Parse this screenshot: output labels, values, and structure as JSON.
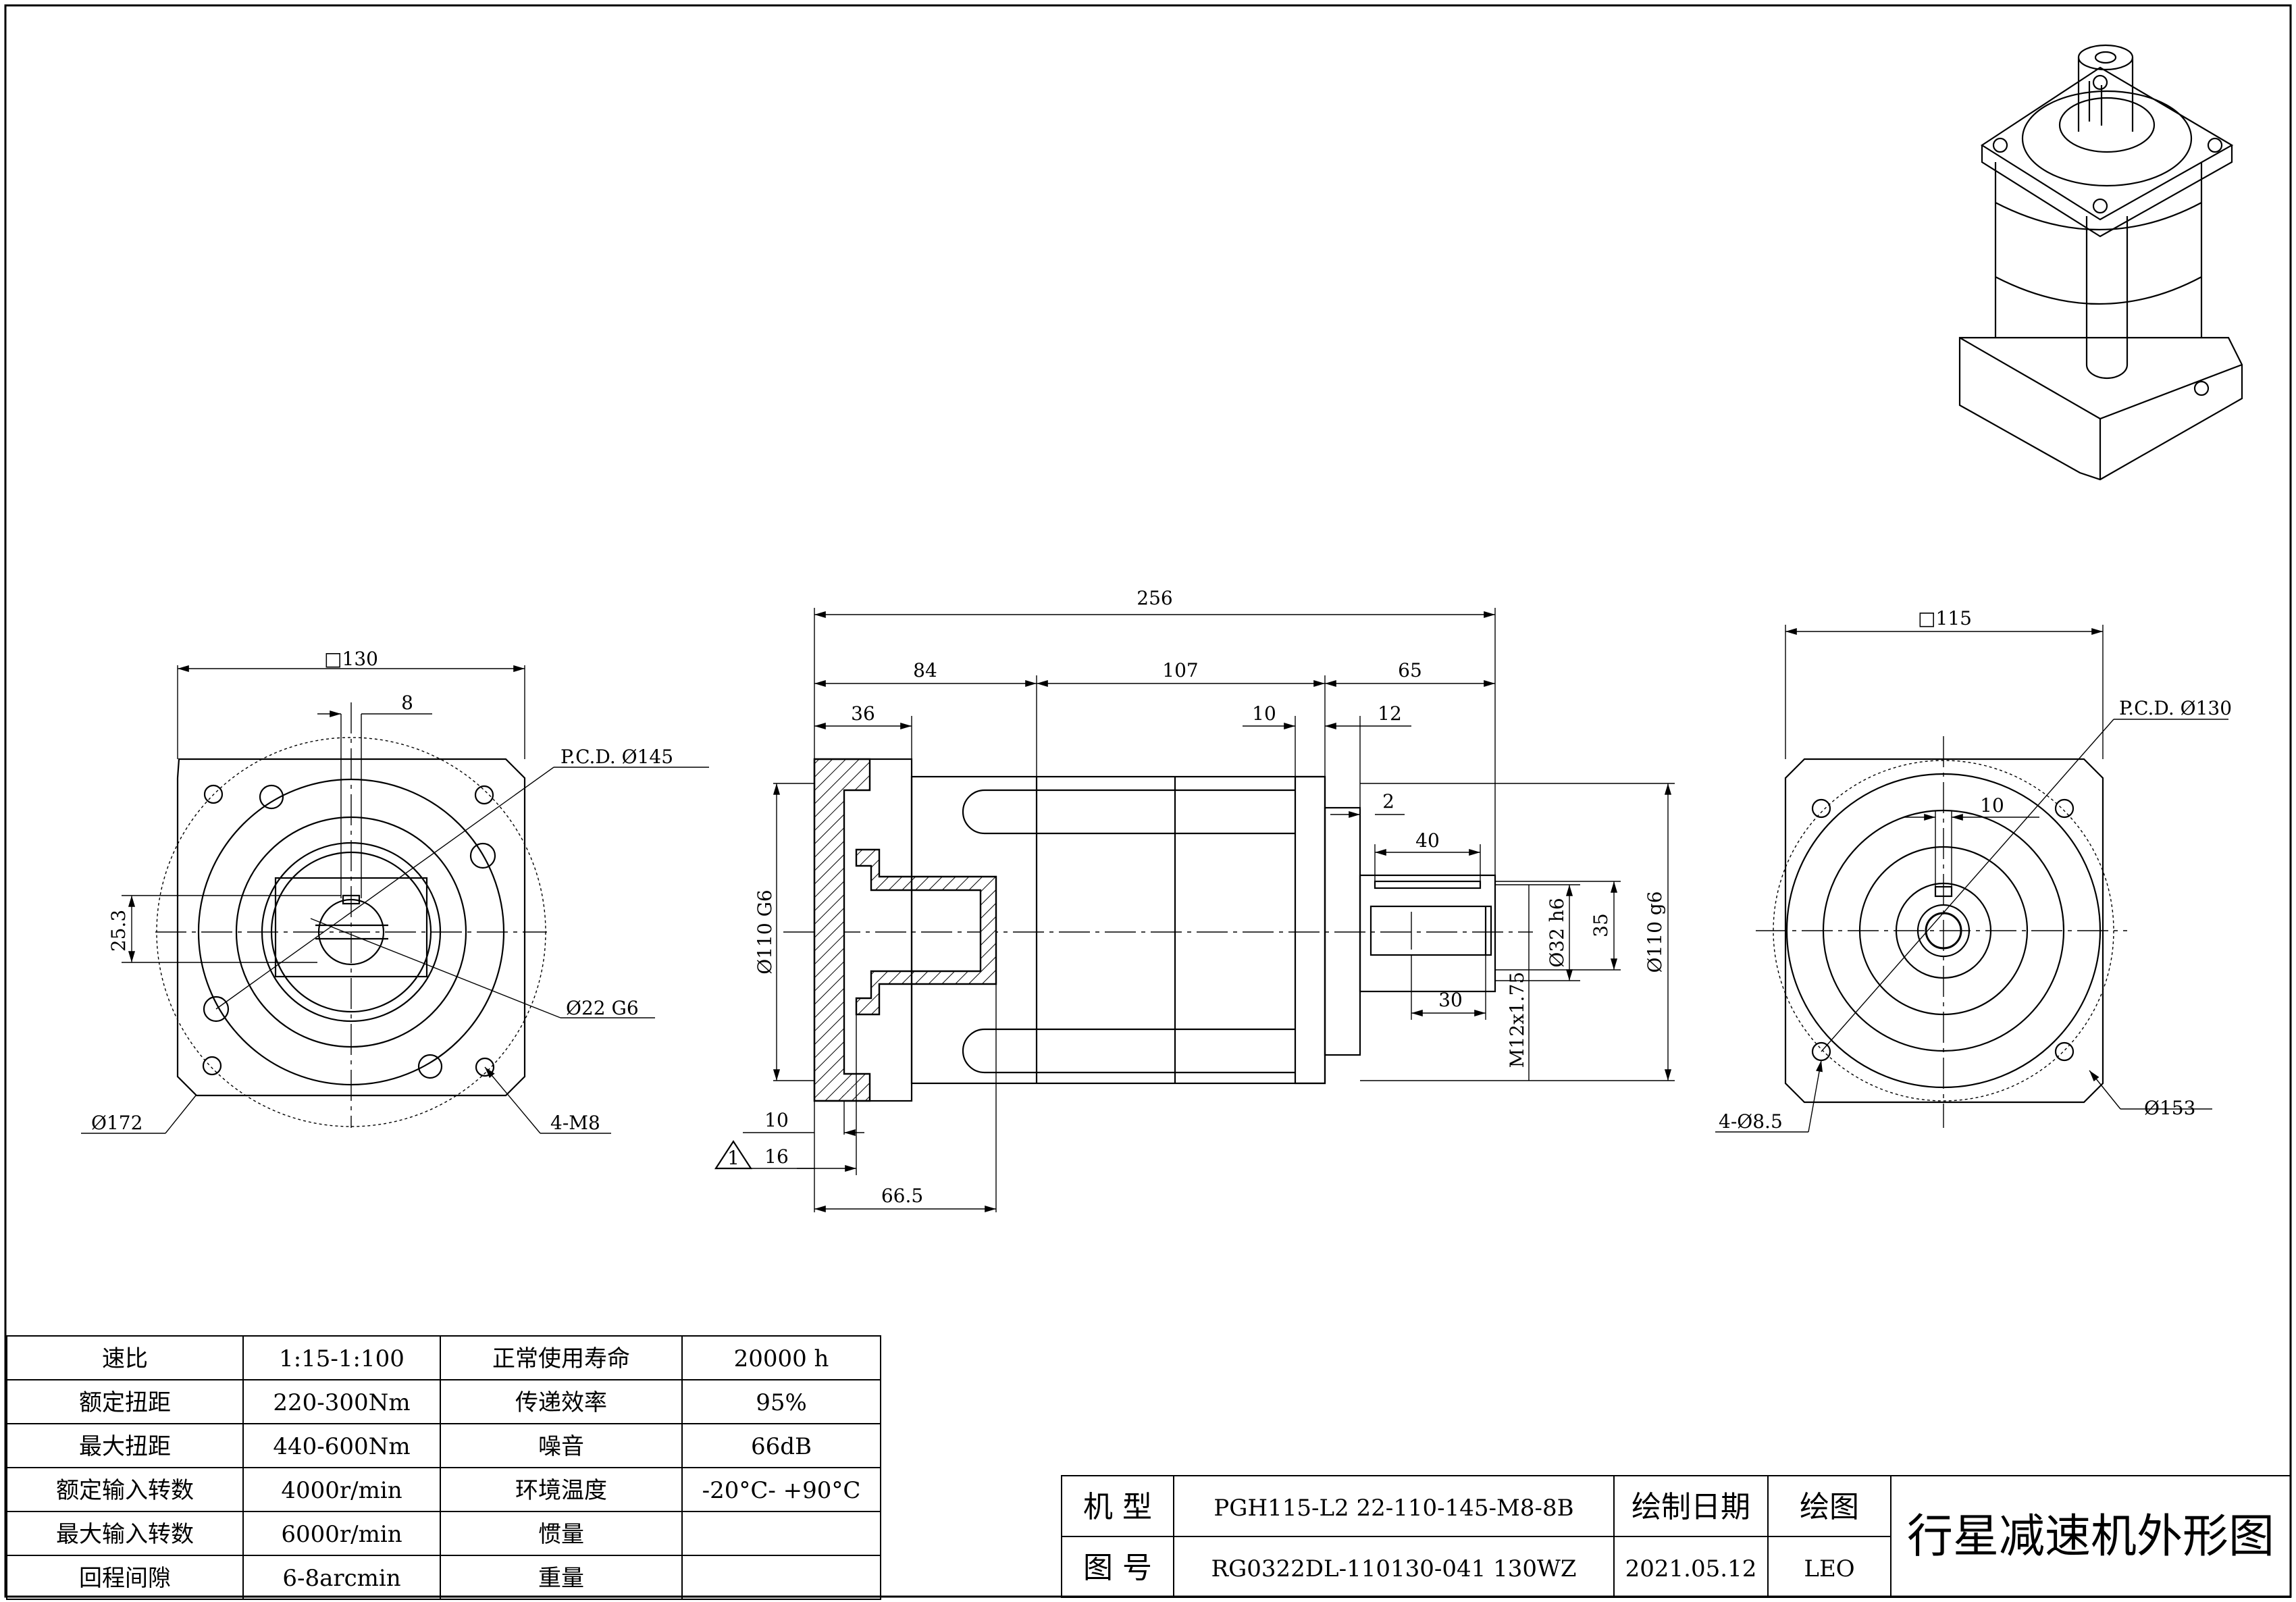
{
  "front_view": {
    "square_label": "□130",
    "key_width": "8",
    "pcd_label": "P.C.D.  Ø145",
    "key_height": "25.3",
    "shaft_label": "Ø22 G6",
    "outer_label": "Ø172",
    "thread_label": "4-M8"
  },
  "side_view": {
    "total_length": "256",
    "seg1": "84",
    "seg2": "107",
    "seg3": "65",
    "flange_len": "36",
    "dim_10a": "10",
    "dim_12": "12",
    "dim_2": "2",
    "key_len": "40",
    "thread_depth": "30",
    "pilot_in": "Ø110 G6",
    "shaft_out": "Ø32 h6",
    "thread": "M12x1.75",
    "key_h": "35",
    "pilot_out": "Ø110 g6",
    "dim_10b": "10",
    "dim_16": "16",
    "dim_665": "66.5",
    "tri_label": "1"
  },
  "rear_view": {
    "square_label": "□115",
    "pcd_label": "P.C.D.  Ø130",
    "key_width": "10",
    "hole_label": "4-Ø8.5",
    "outer_label": "Ø153"
  },
  "spec_table": {
    "rows": [
      {
        "l1": "速比",
        "v1": "1:15-1:100",
        "l2": "正常使用寿命",
        "v2": "20000 h"
      },
      {
        "l1": "额定扭距",
        "v1": "220-300Nm",
        "l2": "传递效率",
        "v2": "95%"
      },
      {
        "l1": "最大扭距",
        "v1": "440-600Nm",
        "l2": "噪音",
        "v2": "66dB"
      },
      {
        "l1": "额定输入转数",
        "v1": "4000r/min",
        "l2": "环境温度",
        "v2": "-20°C- +90°C"
      },
      {
        "l1": "最大输入转数",
        "v1": "6000r/min",
        "l2": "惯量",
        "v2": ""
      },
      {
        "l1": "回程间隙",
        "v1": "6-8arcmin",
        "l2": "重量",
        "v2": ""
      }
    ]
  },
  "title_block": {
    "model_label": "机  型",
    "model_value": "PGH115-L2 22-110-145-M8-8B",
    "date_label": "绘制日期",
    "drawer_label": "绘图",
    "drawing_no_label": "图  号",
    "drawing_no_value": "RG0322DL-110130-041 130WZ",
    "date_value": "2021.05.12",
    "drawer_value": "LEO",
    "title": "行星减速机外形图"
  }
}
